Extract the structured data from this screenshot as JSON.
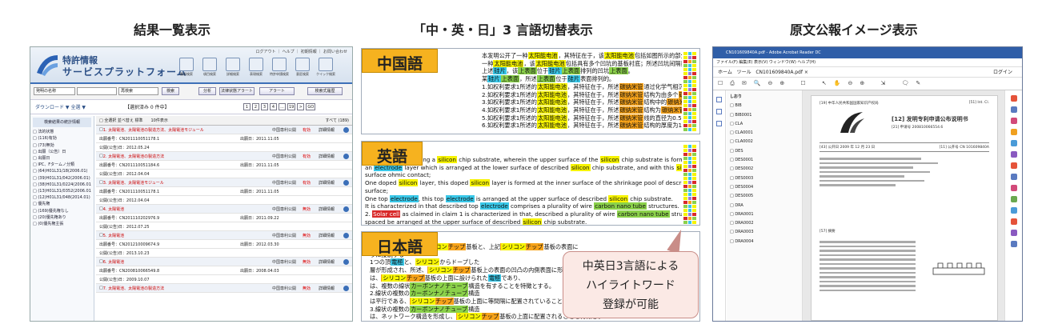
{
  "headings": {
    "left": "結果一覧表示",
    "middle": "「中・英・日」3 言語切替表示",
    "right": "原文公報イメージ表示"
  },
  "panel1": {
    "title_line1": "特許情報",
    "title_line2": "サービスプラットフォーム",
    "top_links": "ログアウト ｜ ヘルプ ｜ 初期情報 ｜ お問い合わせ",
    "toolbar": [
      "簡易検索",
      "項目検索",
      "詳細検索",
      "表現検索",
      "特許申請検索",
      "意匠検索",
      "クイック検索"
    ],
    "search": {
      "field": "発明の名称",
      "action": "再検索",
      "btn_search": "検索",
      "btn_classify": "分析",
      "btn_legal": "法律状態アラート",
      "btn_alert": "アラート",
      "btn_condition": "検索式履歴"
    },
    "bar2": {
      "download": "ダウンロード ▼",
      "select": "全選 ▼",
      "sort_label": "□ 全選択 並べ替え 標準",
      "count": "10件表示",
      "range": "【選択済み 0 件中】",
      "per_page": "すべて (189)",
      "pages": [
        "1",
        "2",
        "3",
        "4",
        "...",
        "19",
        ">",
        "GO"
      ]
    },
    "tree_header": "検索結果の統計情報",
    "tree": [
      "□ 法的状態",
      "□ (116)有効",
      "□ (73)無効",
      "□ 出願（公告）日",
      "□ 出願日",
      "□ IPC、Fタームノ分類",
      "□ (64)H01L31/18(2006.01)",
      "□ (39)H01L31/042(2006.01)",
      "□ (38)H01L31/0224(2006.01)",
      "□ (13)H01L31/0352(2006.01)",
      "□ (12)H01L31/048(2014.01)",
      "□ 優先権",
      "□ (169)優先権なし",
      "□ (20)優先権あり",
      "□ (0)優先権主張"
    ],
    "rows": [
      {
        "header": true,
        "title": "1. 太陽電池、太陽電池の製造方法、太陽電池モジュール",
        "tag": "中国専利公開",
        "status": "有効",
        "type": "詳細情報"
      },
      {
        "header": false,
        "left": "出願番号：CN201110051178.1",
        "right": "出願日：2011.11.05"
      },
      {
        "header": false,
        "left": "公開(公告)日：2012.05.24",
        "right": ""
      },
      {
        "header": true,
        "title": "2. 太陽電池、太陽電池の製造方法",
        "tag": "中国専利公開",
        "status": "有効",
        "type": "詳細情報"
      },
      {
        "header": false,
        "left": "出願番号：CN201110051184.6",
        "right": "出願日：2011.11.05"
      },
      {
        "header": false,
        "left": "公開(公告)日：2012.04.04",
        "right": ""
      },
      {
        "header": true,
        "title": "3. 太陽電池、太陽電池モジュール",
        "tag": "中国専利公開",
        "status": "有効",
        "type": "詳細情報"
      },
      {
        "header": false,
        "left": "出願番号：CN201110051178.1",
        "right": "出願日：2011.11.05"
      },
      {
        "header": false,
        "left": "公開(公告)日：2012.04.04",
        "right": ""
      },
      {
        "header": true,
        "title": "4. 太陽電池",
        "tag": "中国専利公開",
        "status": "無効",
        "type": "詳細情報"
      },
      {
        "header": false,
        "left": "出願番号：CN201110202976.9",
        "right": "出願日：2011.09.22"
      },
      {
        "header": false,
        "left": "公開(公告)日：2012.07.25",
        "right": ""
      },
      {
        "header": true,
        "title": "5. 太陽電池",
        "tag": "中国専利公開",
        "status": "無効",
        "type": "詳細情報"
      },
      {
        "header": false,
        "left": "出願番号：CN201210009674.9",
        "right": "出願日：2012.03.30"
      },
      {
        "header": false,
        "left": "公開(公告)日：2013.10.23",
        "right": ""
      },
      {
        "header": true,
        "title": "6. 太陽電池",
        "tag": "中国専利公開",
        "status": "無効",
        "type": "詳細情報"
      },
      {
        "header": false,
        "left": "出願番号：CN200810066549.8",
        "right": "出願日：2008.04.03"
      },
      {
        "header": false,
        "left": "公開(公告)日：2009.10.07",
        "right": ""
      },
      {
        "header": true,
        "title": "7. 太陽電池、太陽電池の製造方法",
        "tag": "中国専利公開",
        "status": "無効",
        "type": "詳細情報"
      }
    ]
  },
  "panel2": {
    "zh": {
      "label": "中国語",
      "lines": [
        "本发明公开了一种太阳能电池，其特征在于，该太阳能电池包括如图所示的部分：",
        "一种太阳能电池，该太阳能电池包括具有多个凹坑的基板衬底；所述凹坑间隔排列的部分：",
        "上述硅片，该上表面位于硅片上表面排列的凹坑上表面。",
        "某硅片上表面，所述上表面位于硅片表面排列的。",
        "1.如权利要求1所述的太阳能电池，其特征在于，所述碳纳米管通过化学气相沉积法制备的上表面的。",
        "2.如权利要求1所述的太阳能电池，其特征在于，所述碳纳米管结构为由多个碳纳米管组成的网状结构的上表面。",
        "3.如权利要求1所述的太阳能电池，其特征在于，所述碳纳米管结构中的碳纳米管基本沿同一方向排列的上表面。",
        "4.如权利要求1所述的太阳能电池，其特征在于，所述碳纳米管结构为碳纳米管线。",
        "5.如权利要求1所述的太阳能电池，其特征在于，所述碳纳米管线的直径为0.5纳米~100微米。",
        "6.如权利要求1所述的太阳能电池，其特征在于，所述碳纳米管结构的厚度为1纳米~1毫米。"
      ]
    },
    "en": {
      "label": "英語",
      "lines": [
        "A solar cell comprising a silicon chip substrate, wherein the upper surface of the silicon chip substrate is formed with a plurality of concave holes arranged at intervals;",
        "an electrode layer which is arranged at the lower surface of described silicon chip substrate, and with this silicon chip substrate",
        "surface ohmic contact;",
        "One doped silicon layer, this doped silicon layer is formed at the inner surface of the shrinkage pool of described silicon chip substrate upper",
        "surface;",
        "One top electrode, this top electrode is arranged at the upper surface of described silicon chip substrate.",
        "It is characterized in that described top electrode comprises a plurality of wire carbon nano tube structures.",
        "2. Solar cell as claimed in claim 1 is characterized in that, described a plurality of wire carbon nano tube structures are parallel and equally",
        "spaced be arranged at the upper surface of described silicon chip substrate.",
        "3. Solar cell as claimed in claim 1 is characterized in that, described a plurality of wire carbon nano tube structures form one network",
        "structure arranged in a crossed manner, and be arranged at the upper surface of described silicon chip substrate."
      ]
    },
    "ja": {
      "label": "日本語",
      "lines": [
        "太陽電池であって、シリコンチップ基板と、上記シリコンチップ基板の表面に",
        "うに接続する",
        "1つの頂電極と、シリコンからドープした",
        "層が形成され、所述、シリコンチップ基板上の表面の凹凸の内側表面に形成され、",
        "は、シリコンチップ基板の上面に設けられた電極であり、",
        "は、複数の線状カーボンナノチューブ構造を有することを特徴とする。",
        "2.線状の複数のカーボンナノチューブ構造",
        "は平行である、シリコンチップ基板の上面に等間隔に配置されていることを特徴とする請求項",
        "3.線状の複数のカーボンナノチューブ構造",
        "は、ネットワーク構造を形成し、シリコンチップ基板の上面に配置されることを特徴とす"
      ]
    },
    "callout": [
      "中英日3言語による",
      "ハイライトワード",
      "登録が可能"
    ]
  },
  "panel3": {
    "window_title": "CN101609840A.pdf - Adobe Acrobat Reader DC",
    "menu": "ファイル(F)  編集(E)  表示(V)  ウィンドウ(W)  ヘルプ(H)",
    "nav": [
      "ホーム",
      "ツール",
      "CN101609840A.pdf ×"
    ],
    "login": "ログイン",
    "thumbs_label": "しおり",
    "thumbs": [
      "□ BIB",
      "  □ BIB0001",
      "□ CLA",
      "  □ CLA0001",
      "  □ CLA0002",
      "□ DES",
      "  □ DES0001",
      "  □ DES0002",
      "  □ DES0003",
      "  □ DES0004",
      "  □ DES0005",
      "□ DRA",
      "  □ DRA0001",
      "  □ DRA0002",
      "  □ DRA0003",
      "  □ DRA0004"
    ],
    "page": {
      "office": "[19] 中华人民共和国国家知识产权局",
      "class": "[51] Int. Cl.",
      "doc_title": "[12] 发明专利申请公布说明书",
      "app_no": "[21] 申请号 200810066554.6",
      "pub_date": "[43] 公开日 2009 年 12 月 23 日",
      "pub_no": "[11] 公开号 CN 101609840A",
      "abstract": "[57] 摘要"
    }
  },
  "colors": {
    "accent": "#3d70b8",
    "label_orange": "#f6b21f",
    "callout_pink": "#fbe9e5"
  }
}
